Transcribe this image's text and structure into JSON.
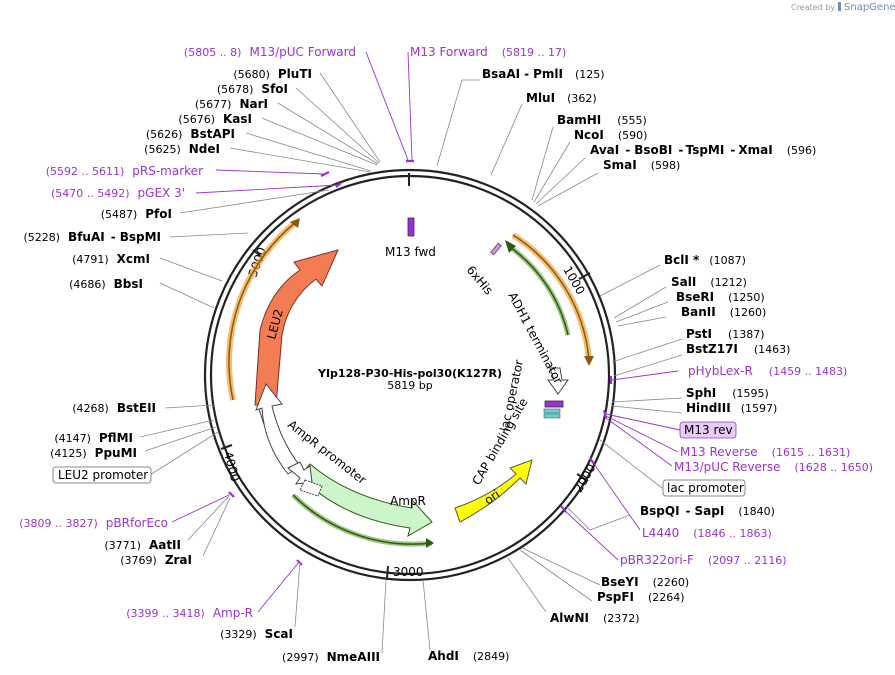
{
  "header": {
    "credit": "Created by",
    "brand": "SnapGene"
  },
  "plasmid": {
    "name": "YIp128-P30-His-pol30(K127R)",
    "length": "5819 bp"
  },
  "ticks": [
    "1000",
    "2000",
    "3000",
    "4000",
    "5000"
  ],
  "enzymes_right": [
    {
      "name": "BsaAI",
      "sep": "-",
      "name2": "PmlI",
      "pos": "(125)"
    },
    {
      "name": "MluI",
      "pos": "(362)"
    },
    {
      "name": "BamHI",
      "pos": "(555)"
    },
    {
      "name": "NcoI",
      "pos": "(590)"
    },
    {
      "name": "AvaI",
      "sep": "-",
      "name2": "BsoBI",
      "sep2": "-",
      "name3": "TspMI",
      "sep3": "-",
      "name4": "XmaI",
      "pos": "(596)"
    },
    {
      "name": "SmaI",
      "pos": "(598)"
    },
    {
      "name": "BclI *",
      "pos": "(1087)"
    },
    {
      "name": "SalI",
      "pos": "(1212)"
    },
    {
      "name": "BseRI",
      "pos": "(1250)"
    },
    {
      "name": "BanII",
      "pos": "(1260)"
    },
    {
      "name": "PstI",
      "pos": "(1387)"
    },
    {
      "name": "BstZ17I",
      "pos": "(1463)"
    },
    {
      "name": "SphI",
      "pos": "(1595)"
    },
    {
      "name": "HindIII",
      "pos": "(1597)"
    },
    {
      "name": "BspQI",
      "sep": "-",
      "name2": "SapI",
      "pos": "(1840)"
    },
    {
      "name": "BseYI",
      "pos": "(2260)"
    },
    {
      "name": "PspFI",
      "pos": "(2264)"
    },
    {
      "name": "AlwNI",
      "pos": "(2372)"
    },
    {
      "name": "AhdI",
      "pos": "(2849)"
    }
  ],
  "enzymes_left": [
    {
      "name": "PluTI",
      "pos": "(5680)"
    },
    {
      "name": "SfoI",
      "pos": "(5678)"
    },
    {
      "name": "NarI",
      "pos": "(5677)"
    },
    {
      "name": "KasI",
      "pos": "(5676)"
    },
    {
      "name": "BstAPI",
      "pos": "(5626)"
    },
    {
      "name": "NdeI",
      "pos": "(5625)"
    },
    {
      "name": "PfoI",
      "pos": "(5487)"
    },
    {
      "name": "BfuAI",
      "sep": "-",
      "name2": "BspMI",
      "pos": "(5228)"
    },
    {
      "name": "XcmI",
      "pos": "(4791)"
    },
    {
      "name": "BbsI",
      "pos": "(4686)"
    },
    {
      "name": "BstEII",
      "pos": "(4268)"
    },
    {
      "name": "PflMI",
      "pos": "(4147)"
    },
    {
      "name": "PpuMI",
      "pos": "(4125)"
    },
    {
      "name": "AatII",
      "pos": "(3771)"
    },
    {
      "name": "ZraI",
      "pos": "(3769)"
    },
    {
      "name": "ScaI",
      "pos": "(3329)"
    },
    {
      "name": "NmeAIII",
      "pos": "(2997)"
    }
  ],
  "primers": [
    {
      "name": "M13/pUC Forward",
      "pos": "(5805 .. 8)"
    },
    {
      "name": "M13 Forward",
      "pos": "(5819 .. 17)"
    },
    {
      "name": "pRS-marker",
      "pos": "(5592 .. 5611)"
    },
    {
      "name": "pGEX 3'",
      "pos": "(5470 .. 5492)"
    },
    {
      "name": "pBRforEco",
      "pos": "(3809 .. 3827)"
    },
    {
      "name": "Amp-R",
      "pos": "(3399 .. 3418)"
    },
    {
      "name": "pHybLex-R",
      "pos": "(1459 .. 1483)"
    },
    {
      "name": "M13 Reverse",
      "pos": "(1615 .. 1631)"
    },
    {
      "name": "M13/pUC Reverse",
      "pos": "(1628 .. 1650)"
    },
    {
      "name": "L4440",
      "pos": "(1846 .. 1863)"
    },
    {
      "name": "pBR322ori-F",
      "pos": "(2097 .. 2116)"
    }
  ],
  "boxed": {
    "leu2_promoter": "LEU2 promoter",
    "m13_rev": "M13 rev",
    "lac_promoter": "lac promoter"
  },
  "features": {
    "m13_fwd": "M13 fwd",
    "his6": "6xHis",
    "adh1": "ADH1 terminator",
    "lac_operator": "lac operator",
    "cap": "CAP binding site",
    "ori": "ori",
    "ampr": "AmpR",
    "ampr_promoter": "AmpR promoter",
    "leu2": "LEU2"
  },
  "colors": {
    "primer": "#9933cc",
    "leu2": "#f47c54",
    "ori": "#ffff00",
    "ampr": "#ccf5cc",
    "orf_green": "#5aa02c",
    "orf_orange": "#f0a030"
  }
}
